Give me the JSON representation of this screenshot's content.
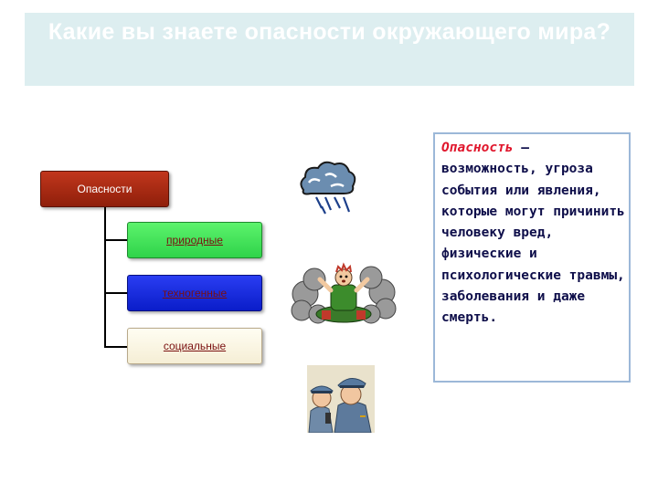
{
  "slide": {
    "title": "Какие вы знаете опасности окружающего мира?"
  },
  "diagram": {
    "root_label": "Опасности",
    "children": [
      {
        "label": "природные",
        "color": "#3ce25a"
      },
      {
        "label": "техногенные",
        "color": "#1a2ee0"
      },
      {
        "label": "социальные",
        "color": "#faf6e6"
      }
    ],
    "root_color": "#a8290f"
  },
  "definition": {
    "term": "Опасность",
    "text": " – возможность, угроза события или явления, которые могут причинить человеку вред, физические и психологические травмы, заболевания и даже смерть."
  },
  "illustrations": [
    "storm-cloud-icon",
    "frightened-man-in-smoke-icon",
    "police-officers-icon"
  ]
}
